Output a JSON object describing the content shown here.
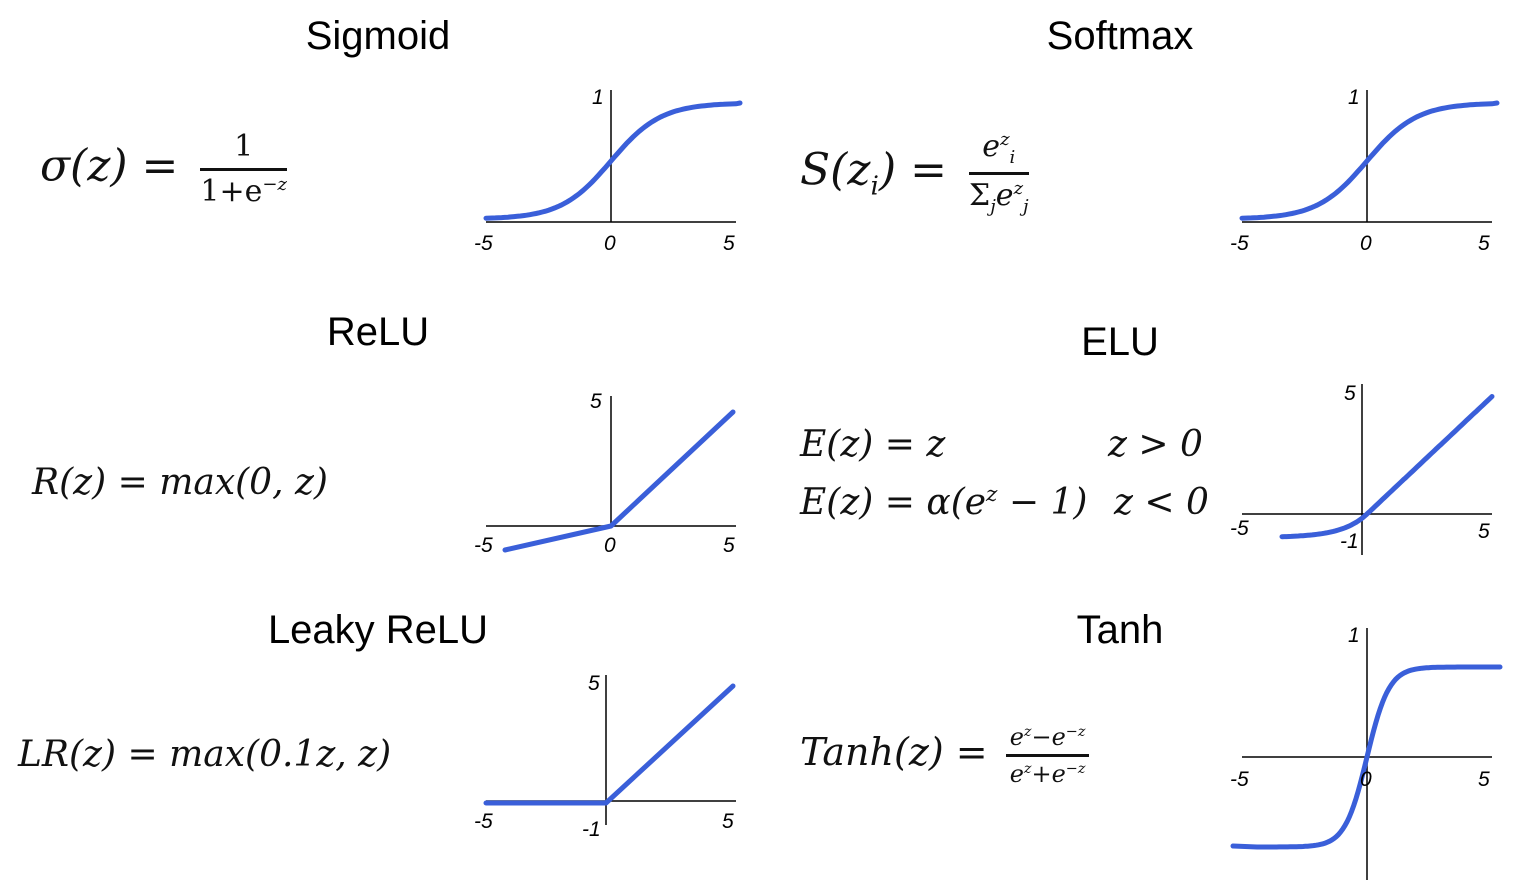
{
  "panels": {
    "sigmoid": {
      "title": "Sigmoid",
      "formula": {
        "lhs": "σ(z) =",
        "num": "1",
        "den_base": "1+e",
        "den_exp": "−z"
      },
      "ticks": {
        "xmin": "-5",
        "xzero": "0",
        "xmax": "5",
        "ytop": "1"
      }
    },
    "softmax": {
      "title": "Softmax",
      "formula": {
        "lhs": "S(z",
        "lhs_sub": "i",
        "lhs_close": ") =",
        "num_base": "e",
        "num_sup": "z",
        "num_sub": "i",
        "den_sigma": "Σ",
        "den_sigma_sub": "j",
        "den_base": "e",
        "den_sup": "z",
        "den_sub": "j"
      },
      "ticks": {
        "xmin": "-5",
        "xzero": "0",
        "xmax": "5",
        "ytop": "1"
      }
    },
    "relu": {
      "title": "ReLU",
      "formula": {
        "text": "R(z) = max(0, z)"
      },
      "ticks": {
        "xmin": "-5",
        "xzero": "0",
        "xmax": "5",
        "ytop": "5"
      }
    },
    "elu": {
      "title": "ELU",
      "formula": {
        "line1_lhs": "E(z) = z",
        "line1_cond": "z > 0",
        "line2_lhs_a": "E(z) = α(e",
        "line2_sup": "z",
        "line2_lhs_b": " − 1)",
        "line2_cond": "z < 0"
      },
      "ticks": {
        "xmin": "-5",
        "ymin": "-1",
        "xmax": "5",
        "ytop": "5"
      }
    },
    "leaky_relu": {
      "title": "Leaky ReLU",
      "formula": {
        "text": "LR(z) = max(0.1z, z)"
      },
      "ticks": {
        "xmin": "-5",
        "ymin": "-1",
        "xmax": "5",
        "ytop": "5"
      }
    },
    "tanh": {
      "title": "Tanh",
      "formula": {
        "lhs": "Tanh(z) =",
        "num_a": "e",
        "num_a_sup": "z",
        "num_b": "−e",
        "num_b_sup": "−z",
        "den_a": "e",
        "den_a_sup": "z",
        "den_b": "+e",
        "den_b_sup": "−z"
      },
      "ticks": {
        "xmin": "-5",
        "xzero": "0",
        "xmax": "5",
        "ytop": "1"
      }
    }
  },
  "colors": {
    "curve": "#3a5fd9",
    "axis": "#000000",
    "text": "#111111"
  }
}
